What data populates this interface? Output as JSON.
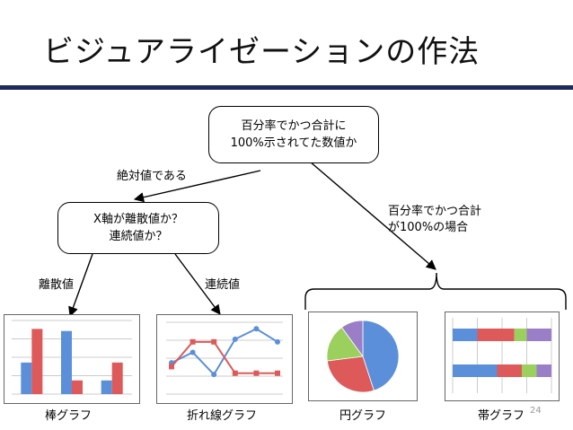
{
  "title": "ビジュアライゼーションの作法",
  "root_node": {
    "line1": "百分率でかつ合計に",
    "line2": "100%示されてた数値か"
  },
  "mid_node": {
    "line1": "X軸が離散値か？",
    "line2": "連続値か？"
  },
  "edge_labels": {
    "absolute": "絶対値である",
    "percent_line1": "百分率でかつ合計",
    "percent_line2": "が100%の場合",
    "discrete": "離散値",
    "continuous": "連続値"
  },
  "charts": {
    "bar": "棒グラフ",
    "line": "折れ線グラフ",
    "pie": "円グラフ",
    "band": "帯グラフ"
  },
  "page_number": "24",
  "colors": {
    "blue": "#5b8fd9",
    "red": "#de5a5a",
    "green": "#9bcf5e",
    "purple": "#9b7ec8",
    "rule": "#1f2a5c"
  },
  "chart_data": [
    {
      "type": "bar",
      "categories": [
        "1",
        "2",
        "3"
      ],
      "series": [
        {
          "values": [
            30,
            60,
            13
          ]
        },
        {
          "values": [
            62,
            13,
            30
          ]
        }
      ],
      "ylim": [
        0,
        70
      ]
    },
    {
      "type": "line",
      "x": [
        1,
        2,
        3,
        4,
        5,
        6
      ],
      "series": [
        {
          "values": [
            24,
            32,
            15,
            42,
            50,
            40
          ]
        },
        {
          "values": [
            21,
            40,
            40,
            16,
            16,
            16
          ]
        }
      ],
      "ylim": [
        0,
        55
      ]
    },
    {
      "type": "pie",
      "values": [
        45,
        28,
        17,
        10
      ],
      "colors": [
        "#5b8fd9",
        "#de5a5a",
        "#9bcf5e",
        "#9b7ec8"
      ]
    },
    {
      "type": "bar",
      "orientation": "horizontal",
      "stacked": true,
      "categories": [
        "1",
        "2"
      ],
      "series": [
        {
          "values": [
            30,
            45
          ]
        },
        {
          "values": [
            45,
            25
          ]
        },
        {
          "values": [
            15,
            15
          ]
        },
        {
          "values": [
            30,
            15
          ]
        }
      ]
    }
  ]
}
